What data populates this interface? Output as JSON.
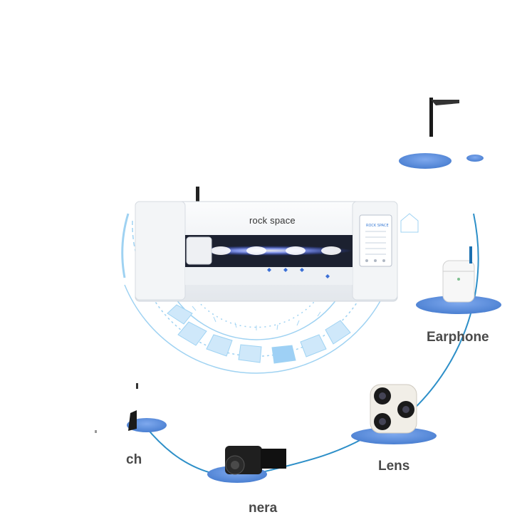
{
  "machine": {
    "brand": "rock space",
    "screen_title": "ROCK SPACE"
  },
  "devices": [
    {
      "id": "phone",
      "label": ""
    },
    {
      "id": "earphone",
      "label": "Earphone"
    },
    {
      "id": "lens",
      "label": "Lens"
    },
    {
      "id": "camera",
      "label": "nera"
    },
    {
      "id": "watch",
      "label": "ch"
    }
  ],
  "colors": {
    "accent": "#4a7fd1",
    "platform": "#5b8fe0",
    "hud": "#8fcbf0",
    "laser": "#3b5bff"
  }
}
